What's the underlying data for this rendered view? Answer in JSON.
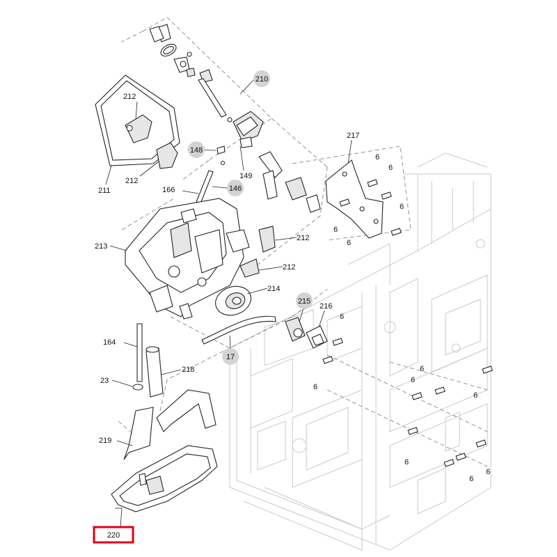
{
  "diagram": {
    "type": "exploded-parts-view",
    "labels_plain": [
      {
        "id": "212a",
        "text": "212"
      },
      {
        "id": "211",
        "text": "211"
      },
      {
        "id": "212b",
        "text": "212"
      },
      {
        "id": "166",
        "text": "166"
      },
      {
        "id": "149",
        "text": "149"
      },
      {
        "id": "217",
        "text": "217"
      },
      {
        "id": "6a",
        "text": "6"
      },
      {
        "id": "6b",
        "text": "6"
      },
      {
        "id": "6c",
        "text": "6"
      },
      {
        "id": "6d",
        "text": "6"
      },
      {
        "id": "6e",
        "text": "6"
      },
      {
        "id": "213",
        "text": "213"
      },
      {
        "id": "212c",
        "text": "212"
      },
      {
        "id": "212d",
        "text": "212"
      },
      {
        "id": "214",
        "text": "214"
      },
      {
        "id": "216",
        "text": "216"
      },
      {
        "id": "6f",
        "text": "6"
      },
      {
        "id": "164",
        "text": "164"
      },
      {
        "id": "218",
        "text": "218"
      },
      {
        "id": "23",
        "text": "23"
      },
      {
        "id": "6g",
        "text": "6"
      },
      {
        "id": "6h",
        "text": "6"
      },
      {
        "id": "6i",
        "text": "6"
      },
      {
        "id": "6j",
        "text": "6"
      },
      {
        "id": "6k",
        "text": "6"
      },
      {
        "id": "219",
        "text": "219"
      },
      {
        "id": "6l",
        "text": "6"
      },
      {
        "id": "6m",
        "text": "6"
      }
    ],
    "labels_circled": [
      {
        "id": "210",
        "text": "210"
      },
      {
        "id": "148",
        "text": "148"
      },
      {
        "id": "146",
        "text": "146"
      },
      {
        "id": "215",
        "text": "215"
      },
      {
        "id": "17",
        "text": "17"
      }
    ],
    "highlighted_label": {
      "text": "220",
      "color": "#e0001b"
    }
  }
}
